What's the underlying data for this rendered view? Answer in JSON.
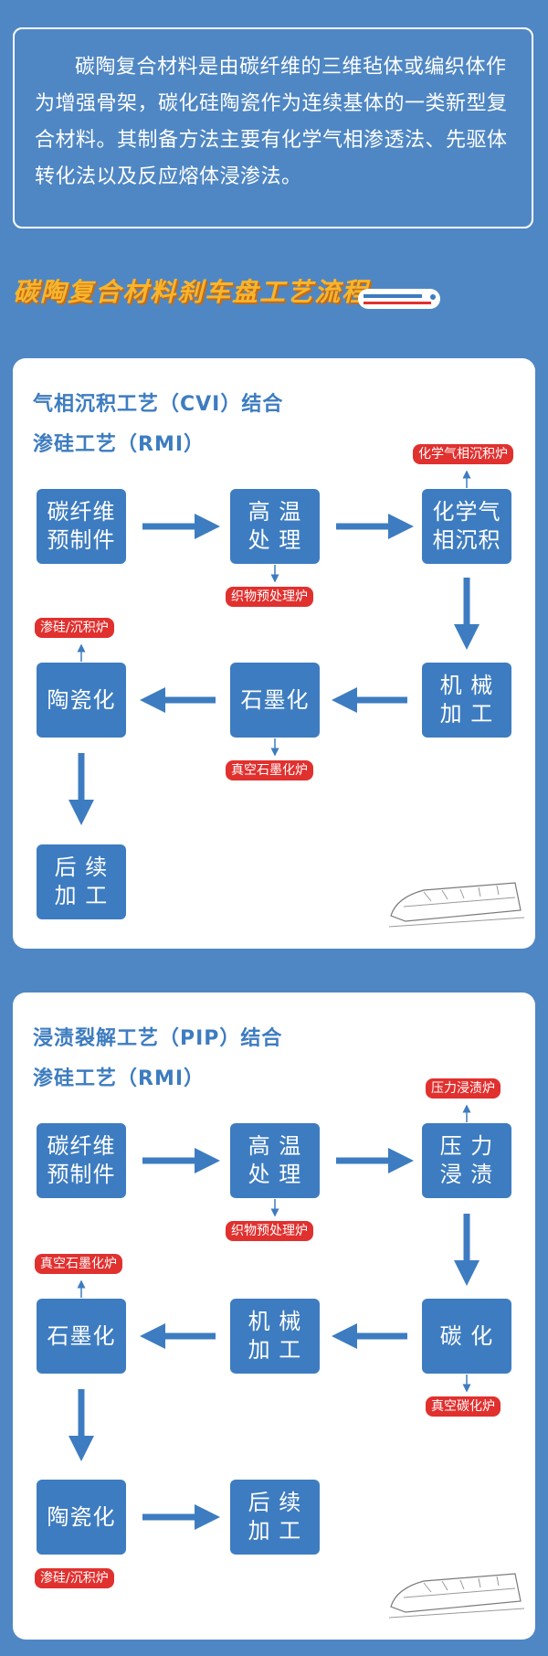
{
  "intro": {
    "text": "碳陶复合材料是由碳纤维的三维毡体或编织体作为增强骨架，碳化硅陶瓷作为连续基体的一类新型复合材料。其制备方法主要有化学气相渗透法、先驱体转化法以及反应熔体浸渗法。"
  },
  "heading": "碳陶复合材料刹车盘工艺流程",
  "cvi": {
    "title_line1": "气相沉积工艺（CVI）结合",
    "title_line2": "渗硅工艺（RMI）",
    "nodes": {
      "preform": "碳纤维\n预制件",
      "heat": "高 温\n处 理",
      "cvd": "化学气\n相沉积",
      "machining": "机 械\n加 工",
      "graphitize": "石墨化",
      "ceramize": "陶瓷化",
      "finish": "后 续\n加 工"
    },
    "tags": {
      "cvd_furnace": "化学气相沉积炉",
      "pretreat_furnace": "织物预处理炉",
      "si_furnace": "渗硅/沉积炉",
      "vacuum_graphite": "真空石墨化炉"
    }
  },
  "pip": {
    "title_line1": "浸渍裂解工艺（PIP）结合",
    "title_line2": "渗硅工艺（RMI）",
    "nodes": {
      "preform": "碳纤维\n预制件",
      "heat": "高 温\n处 理",
      "impregnate": "压 力\n浸 渍",
      "carbonize": "碳 化",
      "machining": "机 械\n加 工",
      "graphitize": "石墨化",
      "ceramize": "陶瓷化",
      "finish": "后 续\n加 工"
    },
    "tags": {
      "pressure_furnace": "压力浸渍炉",
      "pretreat_furnace": "织物预处理炉",
      "vacuum_graphite": "真空石墨化炉",
      "vacuum_carbon": "真空碳化炉",
      "si_furnace": "渗硅/沉积炉"
    }
  },
  "colors": {
    "background": "#4f87c4",
    "node": "#3d7cc0",
    "tag": "#e0312f",
    "heading": "#f7b52c"
  }
}
